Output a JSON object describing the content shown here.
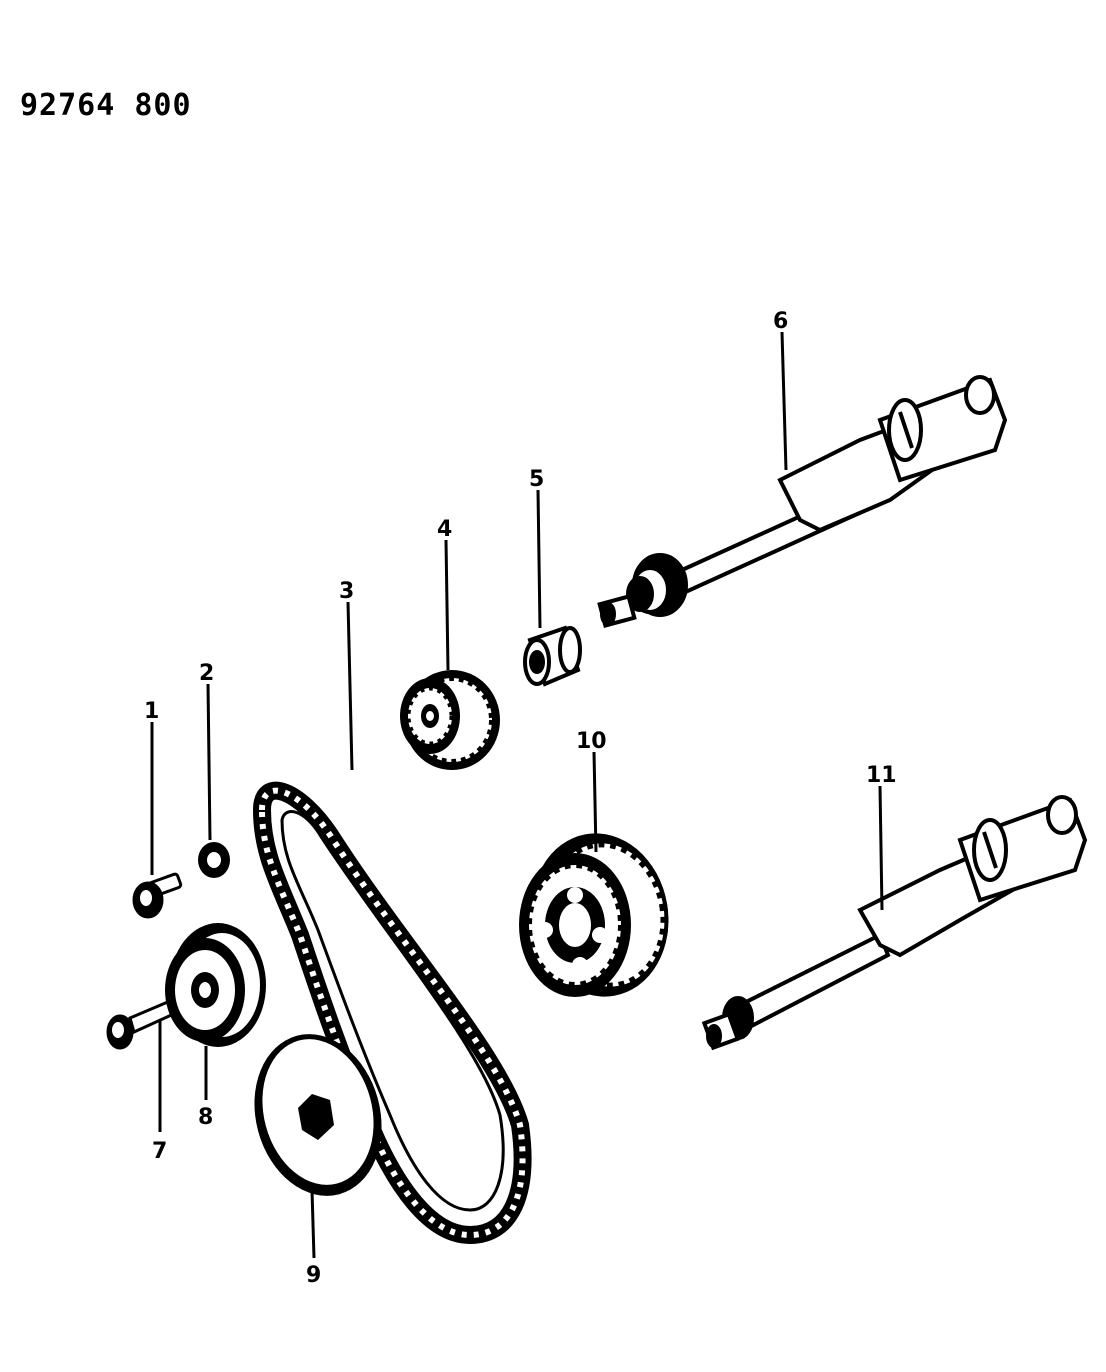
{
  "page_code": "92764 800",
  "callouts": {
    "c1": "1",
    "c2": "2",
    "c3": "3",
    "c4": "4",
    "c5": "5",
    "c6": "6",
    "c7": "7",
    "c8": "8",
    "c9": "9",
    "c10": "10",
    "c11": "11"
  },
  "colors": {
    "ink": "#000000",
    "paper": "#ffffff"
  }
}
